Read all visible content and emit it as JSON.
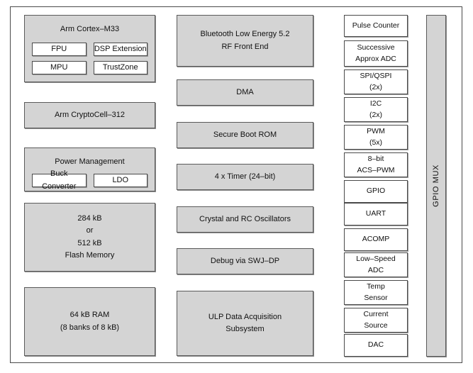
{
  "diagram": {
    "type": "soc-block-diagram",
    "fill_color": "#d4d4d4",
    "border_color": "#5a5a5a",
    "background_color": "#ffffff"
  },
  "cpu": {
    "title": "Arm Cortex–M33",
    "features": [
      {
        "label": "FPU"
      },
      {
        "label": "DSP Extension"
      },
      {
        "label": "MPU"
      },
      {
        "label": "TrustZone"
      }
    ]
  },
  "crypto": {
    "title": "Arm CryptoCell–312"
  },
  "power": {
    "title": "Power Management",
    "features": [
      {
        "label": "Buck Converter"
      },
      {
        "label": "LDO"
      }
    ]
  },
  "flash": {
    "lines": [
      "284  kB",
      "or",
      "512  kB",
      "Flash Memory"
    ]
  },
  "ram": {
    "lines": [
      "64 kB RAM",
      "(8 banks of 8 kB)"
    ]
  },
  "middle_blocks": [
    {
      "name": "ble",
      "lines": [
        "Bluetooth Low Energy 5.2",
        "RF Front End"
      ]
    },
    {
      "name": "dma",
      "lines": [
        "DMA"
      ]
    },
    {
      "name": "secure-boot-rom",
      "lines": [
        "Secure Boot ROM"
      ]
    },
    {
      "name": "timer",
      "lines": [
        "4 x Timer   (24–bit)"
      ]
    },
    {
      "name": "oscillators",
      "lines": [
        "Crystal and RC Oscillators"
      ]
    },
    {
      "name": "debug",
      "lines": [
        "Debug via SWJ–DP"
      ]
    },
    {
      "name": "ulp-daq",
      "lines": [
        "ULP Data Acquisition",
        "Subsystem"
      ]
    }
  ],
  "peripherals": [
    {
      "name": "pulse-counter",
      "lines": [
        "Pulse Counter"
      ]
    },
    {
      "name": "sar-adc",
      "lines": [
        "Successive",
        "Approx ADC"
      ]
    },
    {
      "name": "spi-qspi",
      "lines": [
        "SPI/QSPI",
        "(2x)"
      ]
    },
    {
      "name": "i2c",
      "lines": [
        "I2C",
        "(2x)"
      ]
    },
    {
      "name": "pwm",
      "lines": [
        "PWM",
        "(5x)"
      ]
    },
    {
      "name": "acs-pwm",
      "lines": [
        "8–bit",
        "ACS–PWM"
      ]
    },
    {
      "name": "gpio",
      "lines": [
        "GPIO"
      ]
    },
    {
      "name": "uart",
      "lines": [
        "UART"
      ]
    },
    {
      "name": "acomp",
      "lines": [
        "ACOMP"
      ]
    },
    {
      "name": "low-speed-adc",
      "lines": [
        "Low–Speed",
        "ADC"
      ]
    },
    {
      "name": "temp-sensor",
      "lines": [
        "Temp",
        "Sensor"
      ]
    },
    {
      "name": "current-source",
      "lines": [
        "Current",
        "Source"
      ]
    },
    {
      "name": "dac",
      "lines": [
        "DAC"
      ]
    }
  ],
  "gpio_mux": {
    "label": "GPIO  MUX"
  }
}
